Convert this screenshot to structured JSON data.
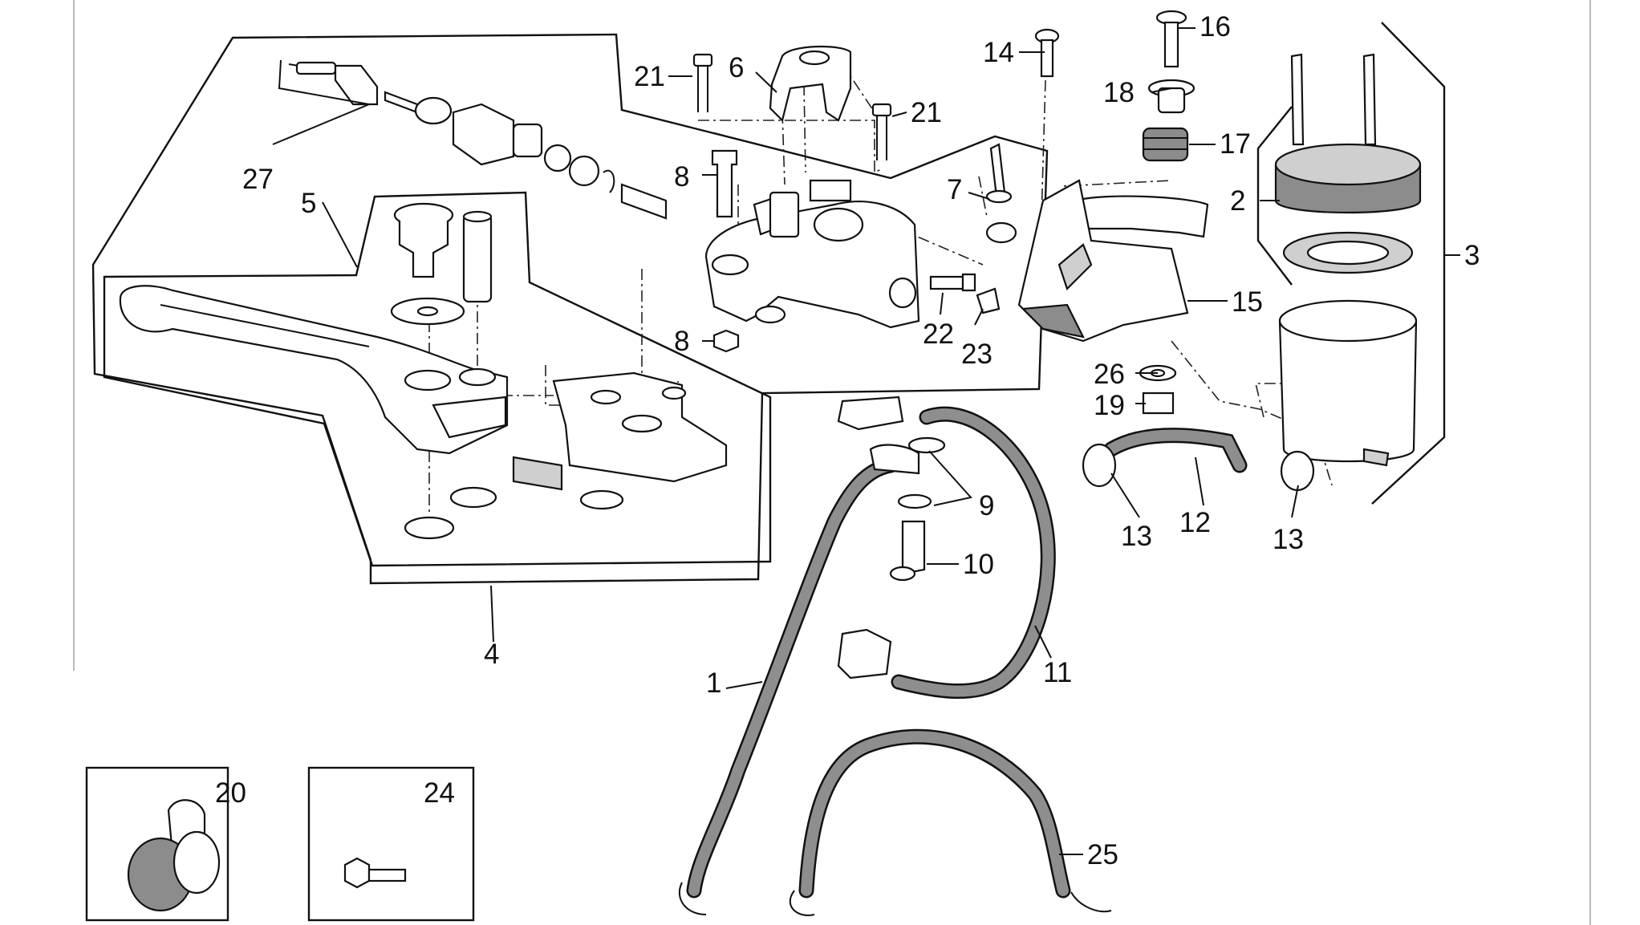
{
  "diagram": {
    "callouts": [
      {
        "id": "c1",
        "label": "1"
      },
      {
        "id": "c2",
        "label": "2"
      },
      {
        "id": "c3",
        "label": "3"
      },
      {
        "id": "c4",
        "label": "4"
      },
      {
        "id": "c5",
        "label": "5"
      },
      {
        "id": "c6",
        "label": "6"
      },
      {
        "id": "c7",
        "label": "7"
      },
      {
        "id": "c8a",
        "label": "8"
      },
      {
        "id": "c8b",
        "label": "8"
      },
      {
        "id": "c9",
        "label": "9"
      },
      {
        "id": "c10",
        "label": "10"
      },
      {
        "id": "c11",
        "label": "11"
      },
      {
        "id": "c12",
        "label": "12"
      },
      {
        "id": "c13a",
        "label": "13"
      },
      {
        "id": "c13b",
        "label": "13"
      },
      {
        "id": "c14",
        "label": "14"
      },
      {
        "id": "c15",
        "label": "15"
      },
      {
        "id": "c16",
        "label": "16"
      },
      {
        "id": "c17",
        "label": "17"
      },
      {
        "id": "c18",
        "label": "18"
      },
      {
        "id": "c19",
        "label": "19"
      },
      {
        "id": "c20",
        "label": "20"
      },
      {
        "id": "c21a",
        "label": "21"
      },
      {
        "id": "c21b",
        "label": "21"
      },
      {
        "id": "c22",
        "label": "22"
      },
      {
        "id": "c23",
        "label": "23"
      },
      {
        "id": "c24",
        "label": "24"
      },
      {
        "id": "c25",
        "label": "25"
      },
      {
        "id": "c26",
        "label": "26"
      },
      {
        "id": "c27",
        "label": "27"
      }
    ]
  }
}
